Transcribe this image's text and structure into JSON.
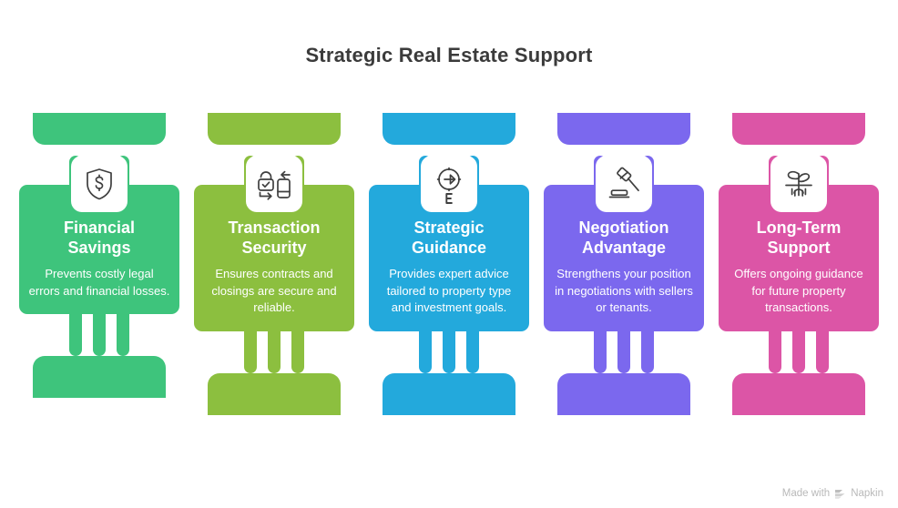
{
  "title": "Strategic Real Estate Support",
  "columns": [
    {
      "title": "Financial\nSavings",
      "description": "Prevents costly legal errors and financial losses.",
      "color": "#3EC47C",
      "icon": "shield-dollar-icon"
    },
    {
      "title": "Transaction\nSecurity",
      "description": "Ensures contracts and closings are secure and reliable.",
      "color": "#8CBF3F",
      "icon": "lock-check-device-icon"
    },
    {
      "title": "Strategic\nGuidance",
      "description": "Provides expert advice tailored to property type and investment goals.",
      "color": "#23A9DC",
      "icon": "compass-east-icon"
    },
    {
      "title": "Negotiation\nAdvantage",
      "description": "Strengthens your position in negotiations with sellers or tenants.",
      "color": "#7B68EE",
      "icon": "gavel-icon"
    },
    {
      "title": "Long-Term\nSupport",
      "description": "Offers ongoing guidance for future property transactions.",
      "color": "#DC55A6",
      "icon": "seedling-roots-icon"
    }
  ],
  "watermark": {
    "text_before": "Made with",
    "brand": "Napkin",
    "icon": "napkin-logo-icon"
  }
}
